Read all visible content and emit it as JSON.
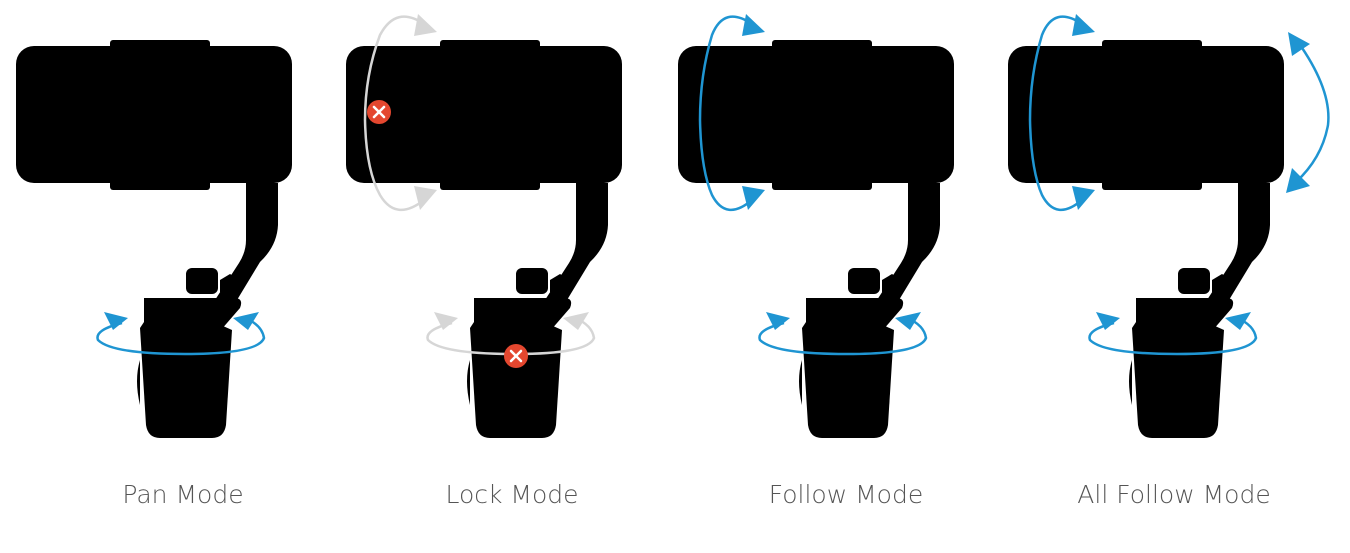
{
  "modes": [
    {
      "label": "Pan Mode"
    },
    {
      "label": "Lock Mode"
    },
    {
      "label": "Follow Mode"
    },
    {
      "label": "All Follow Mode"
    }
  ],
  "colors": {
    "arrow_active": "#1f95d2",
    "arrow_inactive": "#d6d6d6",
    "lock_marker": "#e4472f",
    "outline": "#5a5a5a",
    "label_text": "#555555"
  }
}
